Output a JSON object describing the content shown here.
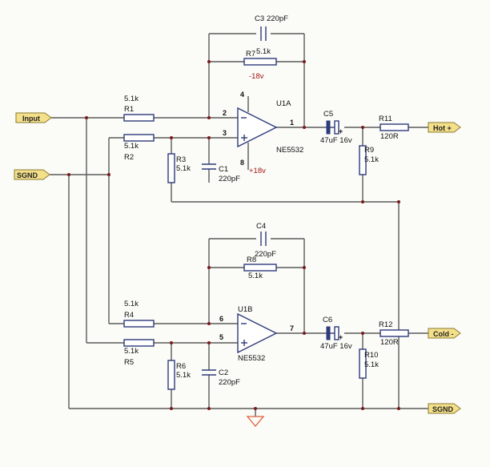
{
  "ports": {
    "input": "Input",
    "sgnd_left": "SGND",
    "hot": "Hot +",
    "cold": "Cold -",
    "sgnd_right": "SGND"
  },
  "opamps": {
    "u1a": {
      "ref": "U1A",
      "part": "NE5532",
      "pin_inv": "2",
      "pin_noninv": "3",
      "pin_out": "1",
      "pin_vneg": "4",
      "pin_vpos": "8",
      "vneg": "-18v",
      "vpos": "+18v"
    },
    "u1b": {
      "ref": "U1B",
      "part": "NE5532",
      "pin_inv": "6",
      "pin_noninv": "5",
      "pin_out": "7"
    }
  },
  "resistors": {
    "r1": {
      "ref": "R1",
      "value": "5.1k"
    },
    "r2": {
      "ref": "R2",
      "value": "5.1k"
    },
    "r3": {
      "ref": "R3",
      "value": "5.1k"
    },
    "r4": {
      "ref": "R4",
      "value": "5.1k"
    },
    "r5": {
      "ref": "R5",
      "value": "5.1k"
    },
    "r6": {
      "ref": "R6",
      "value": "5.1k"
    },
    "r7": {
      "ref": "R7",
      "value": "5.1k"
    },
    "r8": {
      "ref": "R8",
      "value": "5.1k"
    },
    "r9": {
      "ref": "R9",
      "value": "5.1k"
    },
    "r10": {
      "ref": "R10",
      "value": "5.1k"
    },
    "r11": {
      "ref": "R11",
      "value": "120R"
    },
    "r12": {
      "ref": "R12",
      "value": "120R"
    }
  },
  "capacitors": {
    "c1": {
      "ref": "C1",
      "value": "220pF"
    },
    "c2": {
      "ref": "C2",
      "value": "220pF"
    },
    "c3": {
      "ref": "C3",
      "value": "220pF"
    },
    "c4": {
      "ref": "C4",
      "value": "220pF"
    },
    "c5": {
      "ref": "C5",
      "value": "47uF 16v"
    },
    "c6": {
      "ref": "C6",
      "value": "47uF 16v"
    }
  },
  "colors": {
    "wire": "#5a5a5a",
    "component": "#2e3a7a",
    "port_fill": "#f4e08a",
    "power_text": "#a01818",
    "ground_symbol": "#e06040"
  }
}
